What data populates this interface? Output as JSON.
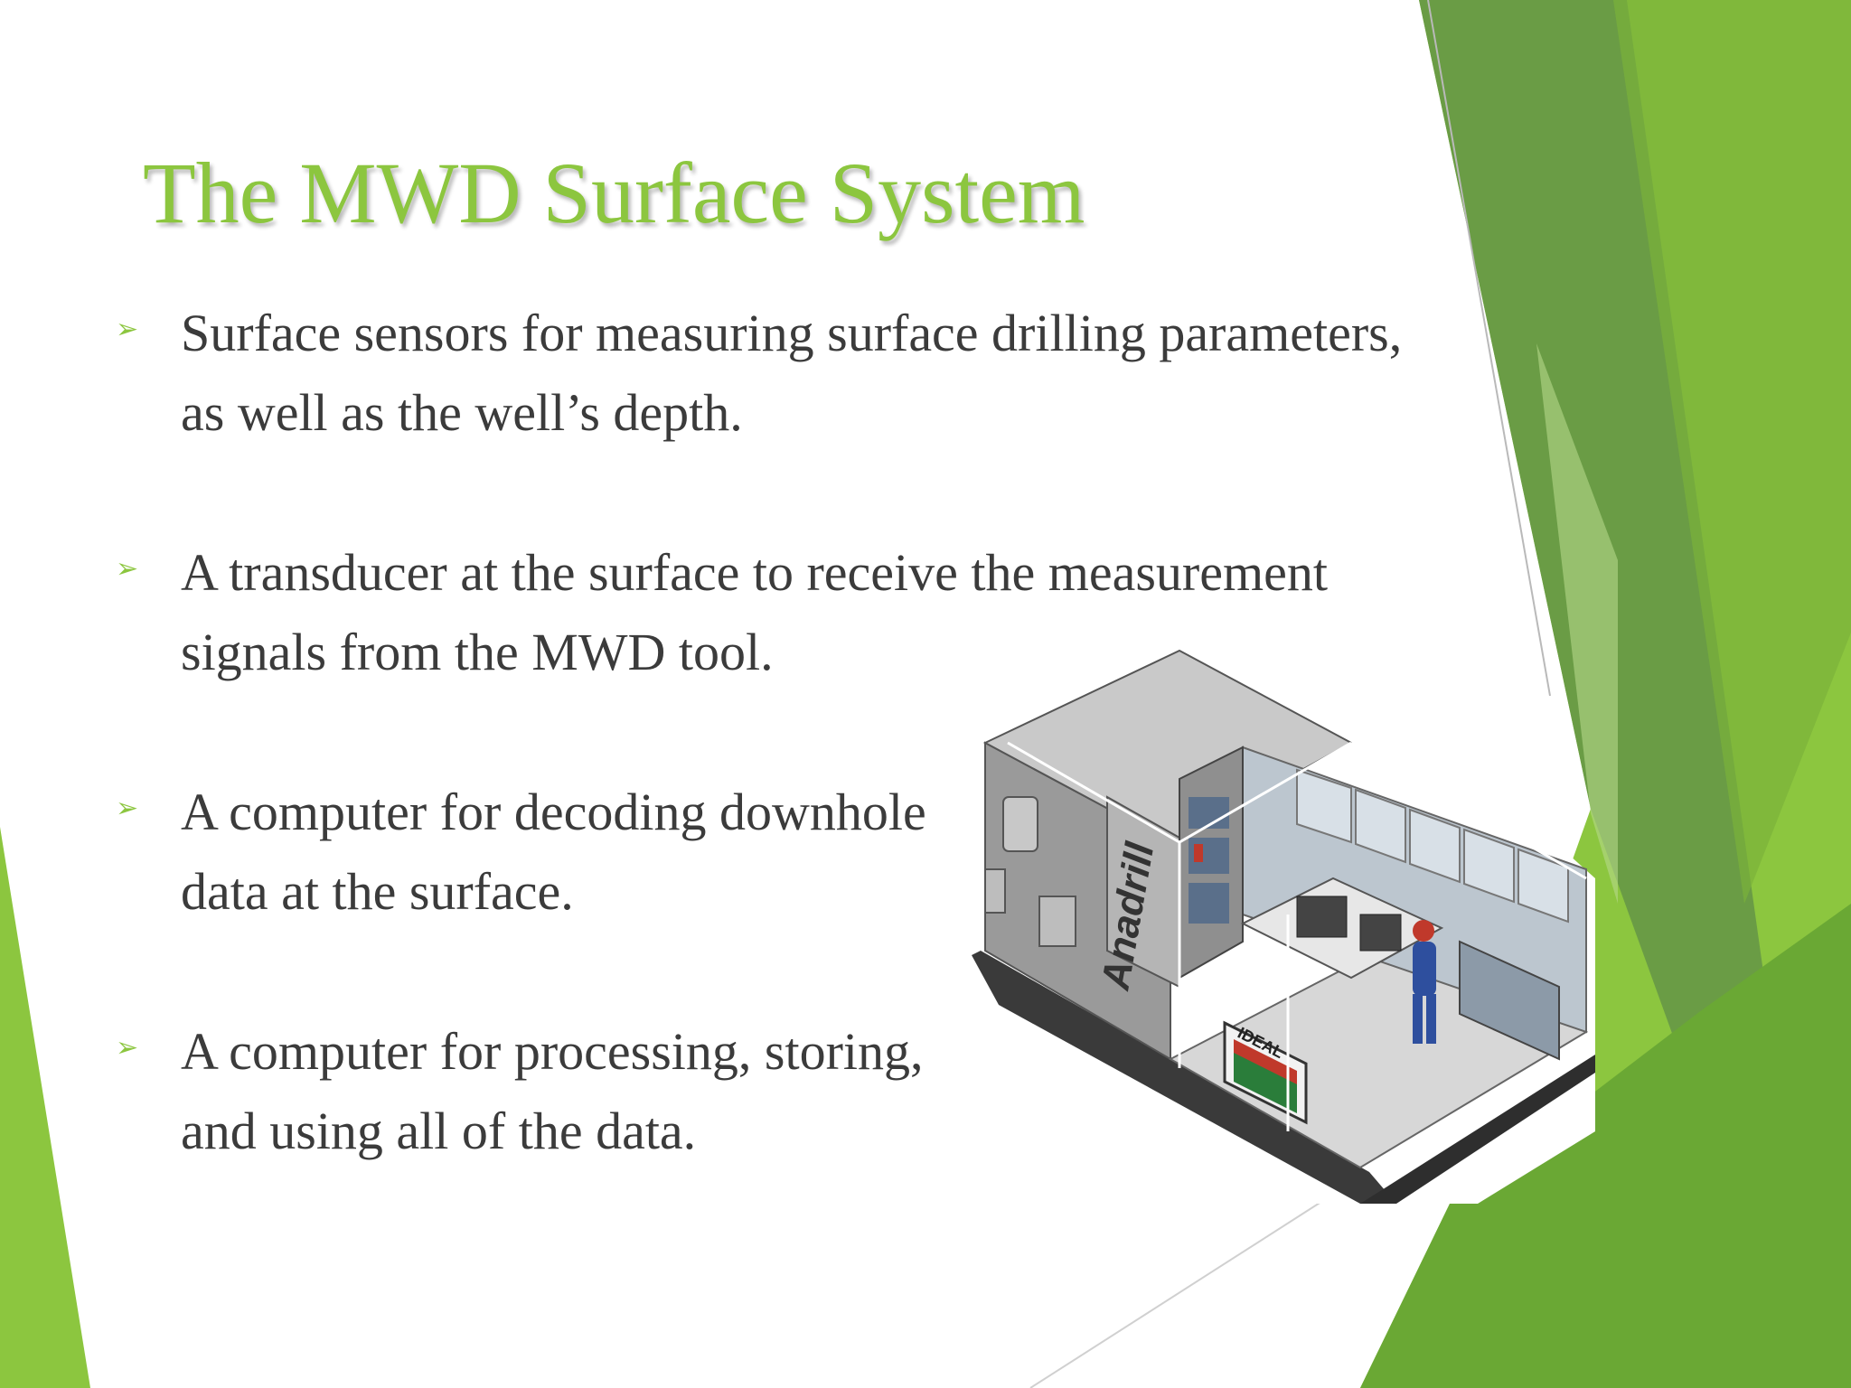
{
  "slide": {
    "title": "The MWD Surface System",
    "bullet_marker": "➢",
    "bullets": [
      {
        "line1": "Surface sensors for measuring surface drilling parameters,",
        "line2": "as well as the well’s depth."
      },
      {
        "line1": "A transducer at the surface to receive the measurement",
        "line2": "signals from the MWD tool."
      },
      {
        "line1": "A computer for decoding downhole",
        "line2": "data at the surface."
      },
      {
        "line1": "A computer for processing, storing,",
        "line2": "and using all of the data."
      }
    ]
  },
  "illustration": {
    "unit_brand_text": "Anadrill",
    "sign_text": "IDEAL"
  },
  "colors": {
    "accent": "#8cc63f",
    "dark_green": "#5e9a36",
    "text": "#3b3b3b"
  }
}
